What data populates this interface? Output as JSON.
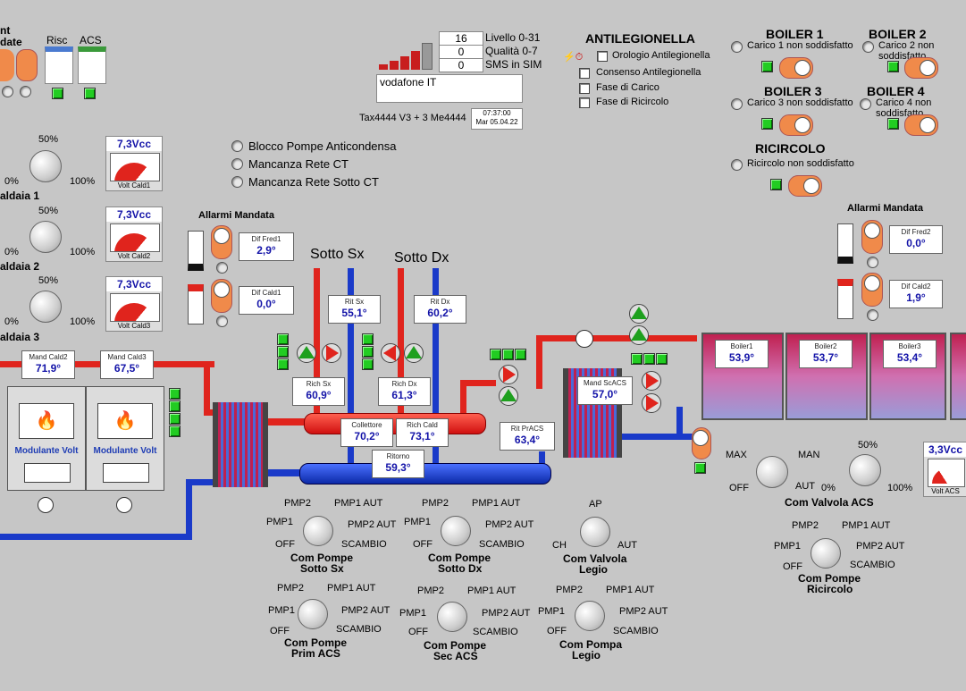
{
  "top_left": {
    "nt": "nt",
    "date": "date",
    "risc": "Risc",
    "acs": "ACS"
  },
  "gsm": {
    "livello_val": "16",
    "livello_lbl": "Livello 0-31",
    "qualita_val": "0",
    "qualita_lbl": "Qualità 0-7",
    "sms_val": "0",
    "sms_lbl": "SMS in SIM",
    "operator": "vodafone IT",
    "device": "Tax4444 V3 + 3 Me4444",
    "time": "07:37:00",
    "date": "Mar 05.04.22"
  },
  "antileg": {
    "title": "ANTILEGIONELLA",
    "items": [
      "Orologio Antilegionella",
      "Consenso Antilegionella",
      "Fase di Carico",
      "Fase di Ricircolo"
    ]
  },
  "alarms_center": [
    "Blocco Pompe Anticondensa",
    "Mancanza Rete CT",
    "Mancanza Rete Sotto CT"
  ],
  "boilers": [
    {
      "title": "BOILER 1",
      "status": "Carico 1 non soddisfatto"
    },
    {
      "title": "BOILER 2",
      "status": "Carico 2 non soddisfatto"
    },
    {
      "title": "BOILER 3",
      "status": "Carico 3 non soddisfatto"
    },
    {
      "title": "BOILER 4",
      "status": "Carico 4 non soddisfatto"
    }
  ],
  "ricircolo": {
    "title": "RICIRCOLO",
    "status": "Ricircolo non soddisfatto"
  },
  "caldaie": [
    {
      "label": "aldaia 1",
      "p50": "50%",
      "p0": "0%",
      "p100": "100%",
      "volt": "7,3Vcc",
      "volt_lbl": "Volt Cald1",
      "g0": "0",
      "g10": "10"
    },
    {
      "label": "aldaia 2",
      "p50": "50%",
      "p0": "0%",
      "p100": "100%",
      "volt": "7,3Vcc",
      "volt_lbl": "Volt Cald2",
      "g0": "0",
      "g10": "10"
    },
    {
      "label": "aldaia 3",
      "p50": "50%",
      "p0": "0%",
      "p100": "100%",
      "volt": "7,3Vcc",
      "volt_lbl": "Volt Cald3",
      "g0": "0",
      "g10": "10"
    }
  ],
  "allarmi_left": {
    "title": "Allarmi Mandata",
    "fred_lbl": "Dif Fred1",
    "fred_val": "2,9°",
    "cald_lbl": "Dif Cald1",
    "cald_val": "0,0°"
  },
  "allarmi_right": {
    "title": "Allarmi Mandata",
    "fred_lbl": "Dif Fred2",
    "fred_val": "0,0°",
    "cald_lbl": "Dif Cald2",
    "cald_val": "1,9°"
  },
  "zones": {
    "sx": "Sotto Sx",
    "dx": "Sotto Dx"
  },
  "values": {
    "mand_cald2": {
      "l": "Mand Cald2",
      "v": "71,9°"
    },
    "mand_cald3": {
      "l": "Mand Cald3",
      "v": "67,5°"
    },
    "rit_sx": {
      "l": "Rit Sx",
      "v": "55,1°"
    },
    "rit_dx": {
      "l": "Rit Dx",
      "v": "60,2°"
    },
    "rich_sx": {
      "l": "Rich Sx",
      "v": "60,9°"
    },
    "rich_dx": {
      "l": "Rich Dx",
      "v": "61,3°"
    },
    "collettore": {
      "l": "Collettore",
      "v": "70,2°"
    },
    "rich_cald": {
      "l": "Rich Cald",
      "v": "73,1°"
    },
    "ritorno": {
      "l": "Ritorno",
      "v": "59,3°"
    },
    "rit_pracs": {
      "l": "Rit PrACS",
      "v": "63,4°"
    },
    "mand_scacs": {
      "l": "Mand ScACS",
      "v": "57,0°"
    },
    "boiler1": {
      "l": "Boiler1",
      "v": "53,9°"
    },
    "boiler2": {
      "l": "Boiler2",
      "v": "53,7°"
    },
    "boiler3": {
      "l": "Boiler3",
      "v": "53,4°"
    }
  },
  "modulante": "Modulante Volt",
  "valvola_acs": {
    "max": "MAX",
    "off": "OFF",
    "man": "MAN",
    "aut": "AUT",
    "p0": "0%",
    "p50": "50%",
    "p100": "100%",
    "title": "Com Valvola ACS",
    "volt": "3,3Vcc",
    "volt_lbl": "Volt ACS"
  },
  "selectors": [
    {
      "pmp2": "PMP2",
      "pmp1aut": "PMP1 AUT",
      "pmp1": "PMP1",
      "pmp2aut": "PMP2 AUT",
      "off": "OFF",
      "scambio": "SCAMBIO",
      "t1": "Com Pompe",
      "t2": "Sotto Sx"
    },
    {
      "pmp2": "PMP2",
      "pmp1aut": "PMP1 AUT",
      "pmp1": "PMP1",
      "pmp2aut": "PMP2 AUT",
      "off": "OFF",
      "scambio": "SCAMBIO",
      "t1": "Com Pompe",
      "t2": "Sotto Dx"
    },
    {
      "pmp2": "PMP2",
      "pmp1aut": "PMP1 AUT",
      "pmp1": "PMP1",
      "pmp2aut": "PMP2 AUT",
      "off": "OFF",
      "scambio": "SCAMBIO",
      "t1": "Com Pompe",
      "t2": "Prim ACS"
    },
    {
      "pmp2": "PMP2",
      "pmp1aut": "PMP1 AUT",
      "pmp1": "PMP1",
      "pmp2aut": "PMP2 AUT",
      "off": "OFF",
      "scambio": "SCAMBIO",
      "t1": "Com Pompe",
      "t2": "Sec ACS"
    },
    {
      "pmp2": "PMP2",
      "pmp1aut": "PMP1 AUT",
      "pmp1": "PMP1",
      "pmp2aut": "PMP2 AUT",
      "off": "OFF",
      "scambio": "SCAMBIO",
      "t1": "Com Pompa",
      "t2": "Legio"
    },
    {
      "pmp2": "PMP2",
      "pmp1aut": "PMP1 AUT",
      "pmp1": "PMP1",
      "pmp2aut": "PMP2 AUT",
      "off": "OFF",
      "scambio": "SCAMBIO",
      "t1": "Com Pompe",
      "t2": "Ricircolo"
    }
  ],
  "valvola_legio": {
    "ap": "AP",
    "ch": "CH",
    "aut": "AUT",
    "t1": "Com Valvola",
    "t2": "Legio"
  },
  "colors": {
    "hot": "#e0241d",
    "cold": "#1a3ac9",
    "led": "#22cc22",
    "value_text": "#1313a8",
    "toggle": "#f08a4a"
  }
}
